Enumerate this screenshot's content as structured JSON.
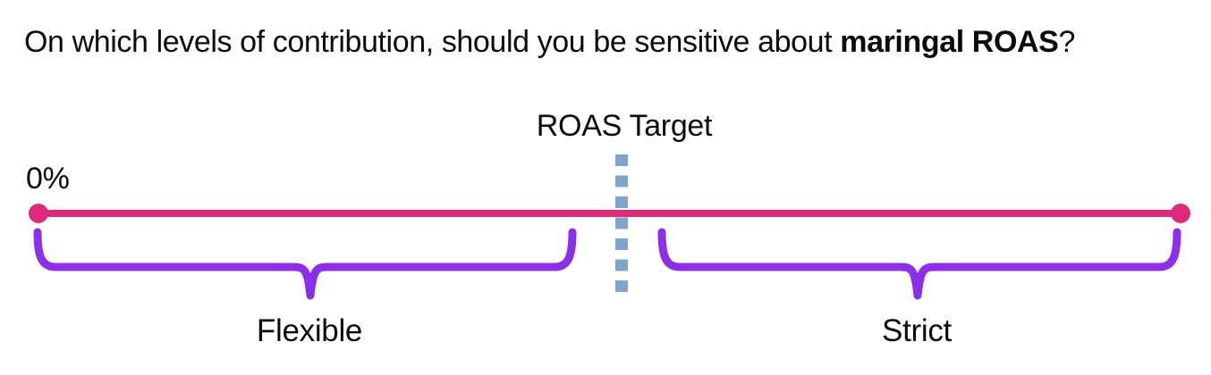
{
  "title": {
    "text_regular": "On which levels of contribution, should you be sensitive about ",
    "text_bold": "maringal ROAS",
    "text_suffix": "?"
  },
  "number_line": {
    "origin_label": "0%",
    "target_label": "ROAS Target"
  },
  "zones": {
    "left": {
      "label": "Flexible"
    },
    "right": {
      "label": "Strict"
    }
  },
  "colors": {
    "line": "#DE2A7B",
    "bracket": "#8B2FE8",
    "target_dash": "#7FA6C9",
    "text": "#0B0B0B"
  }
}
